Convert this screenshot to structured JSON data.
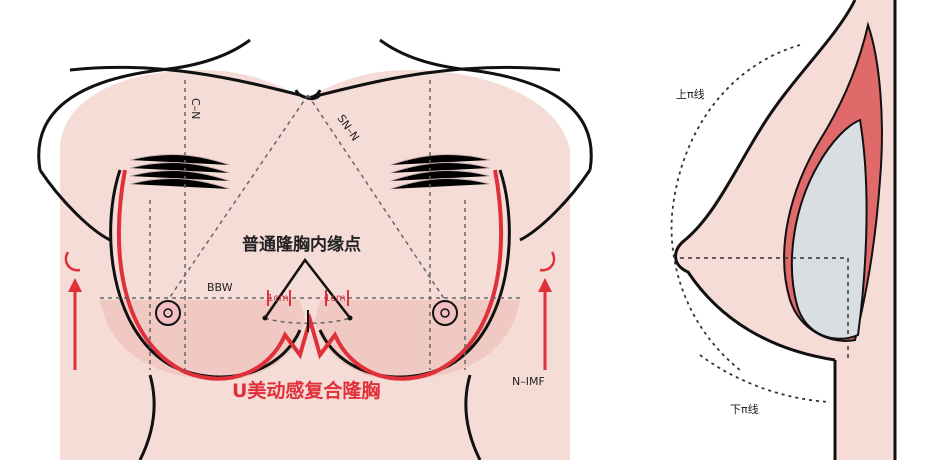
{
  "front_view": {
    "labels": {
      "c_n": "C–N",
      "sn_n": "SN–N",
      "bbw": "BBW",
      "inner_edge_point": "普通隆胸内缘点",
      "one_cm_left": "1cm",
      "one_cm_right": "1cm",
      "n_imf": "N–IMF",
      "u_title": "U美动感复合隆胸"
    }
  },
  "side_view": {
    "labels": {
      "upper_pi": "上π线",
      "lower_pi": "下π线"
    }
  },
  "colors": {
    "skin": "#f6dcd7",
    "skin_shadow": "#efc9c2",
    "outline": "#111111",
    "accent_red": "#e0303a",
    "muscle": "#e06a6a",
    "implant": "#d9dee3",
    "dashed": "#666666"
  }
}
